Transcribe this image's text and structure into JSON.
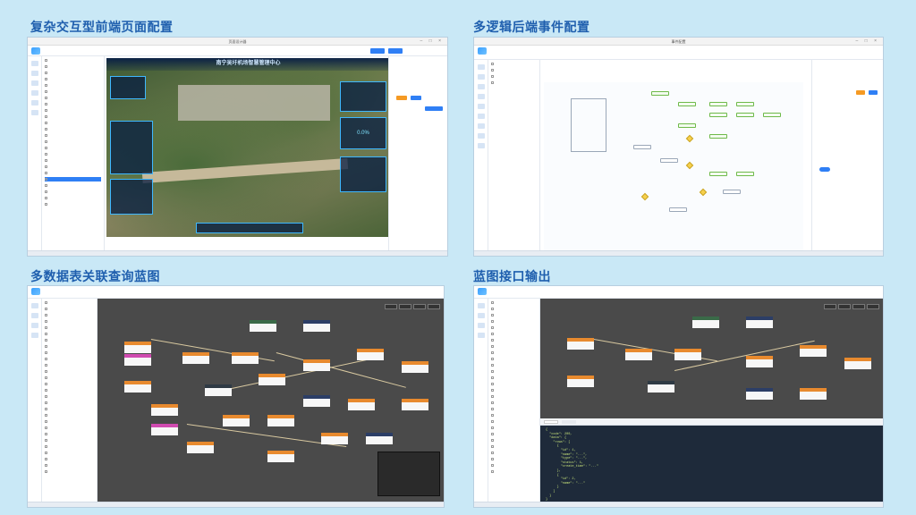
{
  "panels": [
    {
      "title": "复杂交互型前端页面配置"
    },
    {
      "title": "多逻辑后端事件配置"
    },
    {
      "title": "多数据表关联查询蓝图"
    },
    {
      "title": "蓝图接口输出"
    }
  ],
  "panel1": {
    "window_title": "页面设计器",
    "dashboard_title": "南宁吴圩机场智慧管理中心",
    "hud_value": "0.0%"
  },
  "panel2": {
    "window_title": "事件配置"
  },
  "panel4": {
    "code": "{\n  \"code\": 200,\n  \"data\": {\n    \"rows\": [\n      {\n        \"id\": 1,\n        \"name\": \"...\",\n        \"type\": \"...\",\n        \"status\": 1,\n        \"create_time\": \"...\"\n      },\n      {\n        \"id\": 2,\n        \"name\": \"...\"\n      }\n    ]\n  }\n}"
  },
  "colors": {
    "title": "#1f5fae",
    "accent": "#2f7ff5",
    "orange": "#f59a23",
    "canvas": "#4a4a4a"
  }
}
